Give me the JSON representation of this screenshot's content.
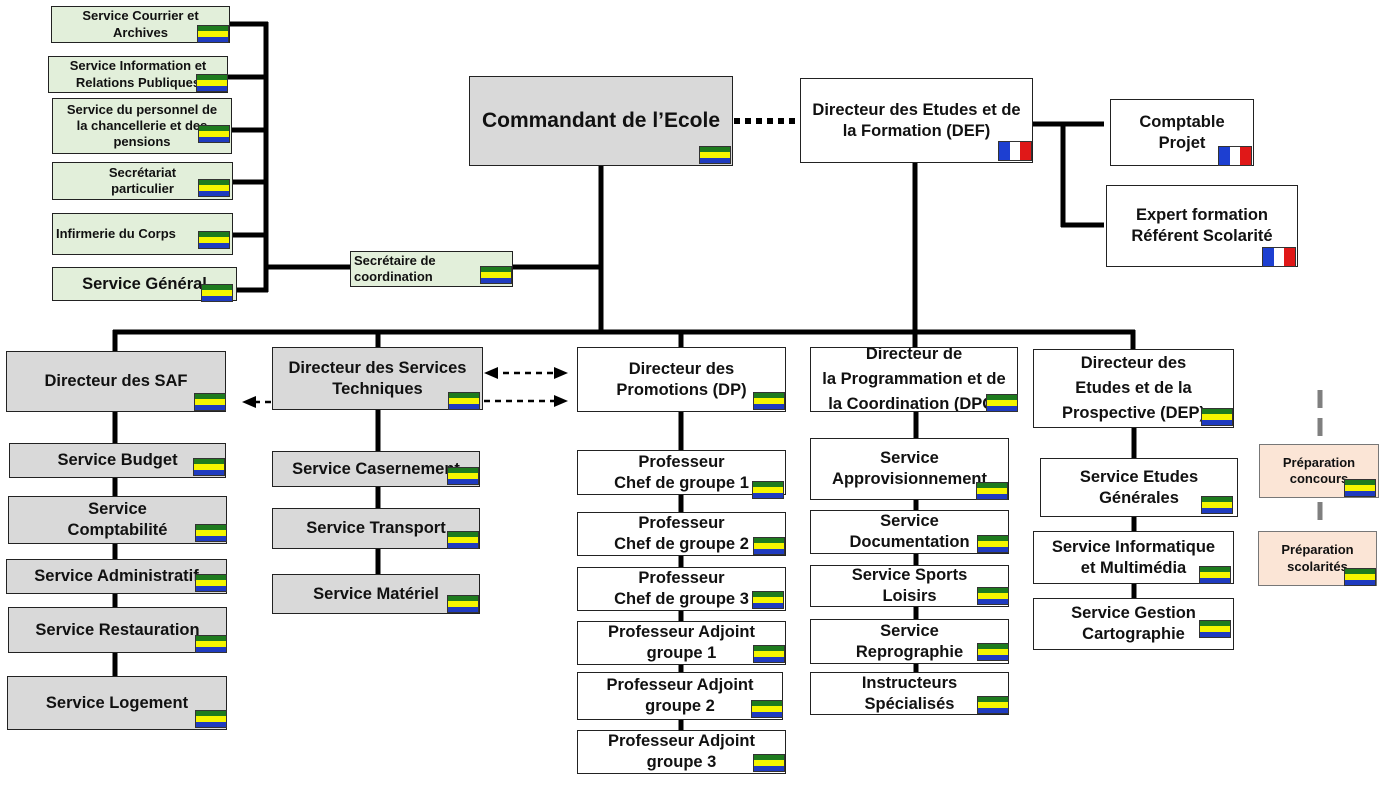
{
  "top": {
    "commandant": "Commandant  de l’Ecole",
    "def": [
      "Directeur des Etudes et de",
      "la Formation (DEF)"
    ],
    "comptable": [
      "Comptable",
      "Projet"
    ],
    "expert": [
      "Expert formation",
      "Référent Scolarité"
    ],
    "secretaire": [
      "Secrétaire de",
      "coordination"
    ]
  },
  "staff_services": [
    [
      "Service Courrier et",
      "Archives"
    ],
    [
      "Service Information et",
      "Relations Publiques"
    ],
    [
      "Service du personnel  de",
      "la chancellerie et des",
      "pensions"
    ],
    [
      "Secrétariat",
      "particulier"
    ],
    [
      "Infirmerie du Corps"
    ],
    [
      "Service Général"
    ]
  ],
  "directors": {
    "saf": [
      "Directeur des SAF"
    ],
    "dst": [
      "Directeur des Services",
      "Techniques"
    ],
    "dp": [
      "Directeur des",
      "Promotions  (DP)"
    ],
    "dpc": [
      "Directeur de",
      "la Programmation  et de",
      "la Coordination  (DPC)"
    ],
    "dep": [
      "Directeur des",
      "Etudes et de la",
      "Prospective (DEP)"
    ]
  },
  "saf_services": [
    [
      "Service  Budget"
    ],
    [
      "Service",
      "Comptabilité"
    ],
    [
      "Service  Administratif"
    ],
    [
      "Service Restauration"
    ],
    [
      "Service Logement"
    ]
  ],
  "dst_services": [
    [
      "Service Casernement"
    ],
    [
      "Service Transport"
    ],
    [
      "Service Matériel"
    ]
  ],
  "dp_services": [
    [
      "Professeur",
      "Chef de groupe 1"
    ],
    [
      "Professeur",
      "Chef de groupe 2"
    ],
    [
      "Professeur",
      "Chef de groupe 3"
    ],
    [
      "Professeur Adjoint",
      "groupe 1"
    ],
    [
      "Professeur Adjoint",
      "groupe 2"
    ],
    [
      "Professeur Adjoint",
      "groupe 3"
    ]
  ],
  "dpc_services": [
    [
      "Service",
      "Approvisionnement"
    ],
    [
      "Service",
      "Documentation"
    ],
    [
      "Service Sports",
      "Loisirs"
    ],
    [
      "Service",
      "Reprographie"
    ],
    [
      "Instructeurs",
      "Spécialisés"
    ]
  ],
  "dep_services": [
    [
      "Service Etudes",
      "Générales"
    ],
    [
      "Service Informatique",
      "et Multimédia"
    ],
    [
      "Service Gestion",
      "Cartographie"
    ]
  ],
  "preparation": [
    [
      "Préparation",
      "concours"
    ],
    [
      "Préparation",
      "scolarités"
    ]
  ],
  "colors": {
    "gabon_green": "#1e7b1e",
    "gabon_yellow": "#f5f500",
    "gabon_blue": "#1f3bbf",
    "france_blue": "#1d3fd1",
    "france_red": "#e01818",
    "staff_fill": "#e2efda",
    "director_fill": "#d9d9d9",
    "prep_fill": "#fbe5d6"
  }
}
